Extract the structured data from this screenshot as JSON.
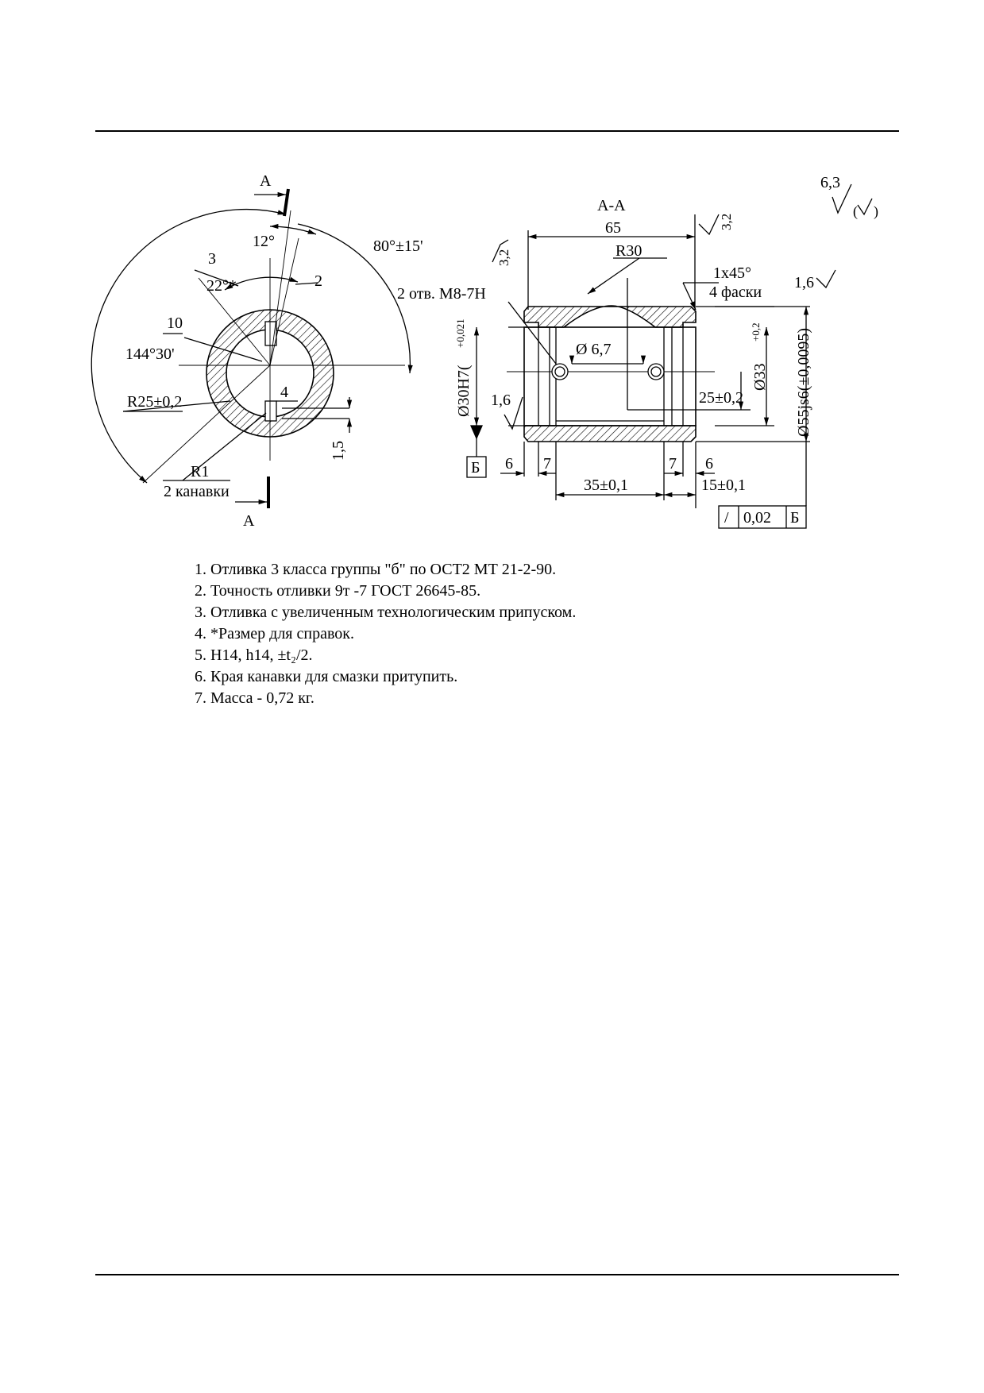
{
  "drawing": {
    "section_view": {
      "title": "А-А",
      "length_dim": "65",
      "groove_radius": "R30",
      "chamfer": "1x45°",
      "chamfer_count": "4 фаски",
      "holes_callout": "2 отв. М8-7Н",
      "hole_diameter": "Ø 6,7",
      "bore_dim": "Ø30Н7(",
      "bore_tol": "+0,021",
      "inner_dim": "Ø33",
      "inner_tol": "+0,2",
      "outer_dim": "Ø55js6(±0,0095)",
      "groove_offset": "25±0,2",
      "end_left": "6",
      "step_left": "7",
      "step_right": "7",
      "end_right": "6",
      "hole_spacing": "35±0,1",
      "hole_offset": "15±0,1",
      "datum_label": "Б",
      "tolerance_frame": {
        "symbol": "/",
        "value": "0,02",
        "datum": "Б"
      },
      "roughness_left": "3,2",
      "roughness_right": "3,2",
      "roughness_bore": "1,6",
      "roughness_outer": "1,6"
    },
    "end_view": {
      "cut_label_top": "А",
      "cut_label_bottom": "А",
      "angle_12": "12°",
      "angle_range": "80°±15'",
      "dim_3": "3",
      "dim_2": "2",
      "angle_22": "22°*",
      "dim_10": "10",
      "angle_144": "144°30'",
      "radius_25": "R25±0,2",
      "dim_4": "4",
      "dim_1_5": "1,5",
      "radius_1": "R1",
      "grooves": "2 канавки"
    },
    "general_roughness": "6,3"
  },
  "notes": [
    "1. Отливка 3 класса группы \"б\" по ОСТ2 МТ 21-2-90.",
    "2. Точность отливки 9т -7 ГОСТ 26645-85.",
    "3. Отливка с увеличенным технологическим припуском.",
    "4. *Размер для справок.",
    "5. Н14, h14, ±t₂/2.",
    "6. Края канавки для смазки притупить.",
    "7. Масса - 0,72 кг."
  ]
}
